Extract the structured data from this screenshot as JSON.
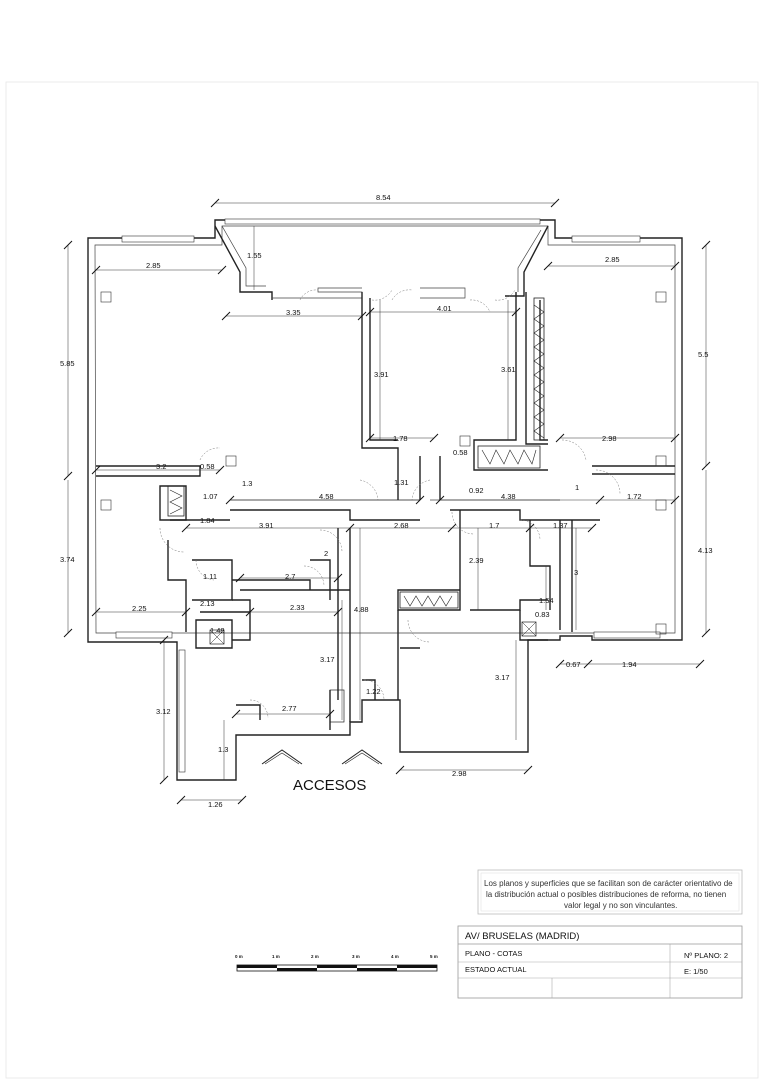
{
  "dimensions": {
    "top_total": "8.54",
    "d_2_85_left": "2.85",
    "d_1_55": "1.55",
    "d_3_35": "3.35",
    "d_4_01": "4.01",
    "d_2_85_right": "2.85",
    "d_5_85": "5.85",
    "d_5_5": "5.5",
    "d_3_91_a": "3.91",
    "d_3_61": "3.61",
    "d_1_78": "1.78",
    "d_2_98_a": "2.98",
    "d_0_58_a": "0.58",
    "d_3_2": "3.2",
    "d_0_58_b": "0.58",
    "d_1_3_a": "1.3",
    "d_1_31": "1.31",
    "d_0_92": "0.92",
    "d_1_07": "1.07",
    "d_4_58": "4.58",
    "d_4_38": "4.38",
    "d_1_a": "1",
    "d_1_72": "1.72",
    "d_1_84": "1.84",
    "d_3_91_b": "3.91",
    "d_2_68": "2.68",
    "d_1_7": "1.7",
    "d_1_37": "1.37",
    "d_3_74": "3.74",
    "d_2_a": "2",
    "d_4_13": "4.13",
    "d_1_11": "1.11",
    "d_2_7": "2.7",
    "d_2_39": "2.39",
    "d_3": "3",
    "d_2_13": "2.13",
    "d_2_25": "2.25",
    "d_2_33": "2.33",
    "d_4_88": "4.88",
    "d_1_54": "1.54",
    "d_0_83": "0.83",
    "d_1_48": "1.48",
    "d_0_67": "0.67",
    "d_1_94": "1.94",
    "d_3_17_a": "3.17",
    "d_3_17_b": "3.17",
    "d_3_12": "3.12",
    "d_1_22": "1.22",
    "d_2_77": "2.77",
    "d_1_3_b": "1.3",
    "d_2_98_b": "2.98",
    "d_1_26": "1.26"
  },
  "labels": {
    "accesos": "ACCESOS"
  },
  "disclaimer": [
    "Los planos y superficies que se facilitan son de carácter orientativo de",
    "la distribución actual o posibles distribuciones de reforma, no tienen",
    "valor legal y no son vinculantes."
  ],
  "title_block": {
    "address": "AV/  BRUSELAS   (MADRID)",
    "plan_type": "PLANO   -  COTAS",
    "plan_number": "Nº PLANO:  2",
    "state": "ESTADO  ACTUAL",
    "scale": "E: 1/50"
  },
  "scale_bar": {
    "labels": [
      "0 m",
      "1 m",
      "2 m",
      "3 m",
      "4 m",
      "5 m"
    ]
  }
}
